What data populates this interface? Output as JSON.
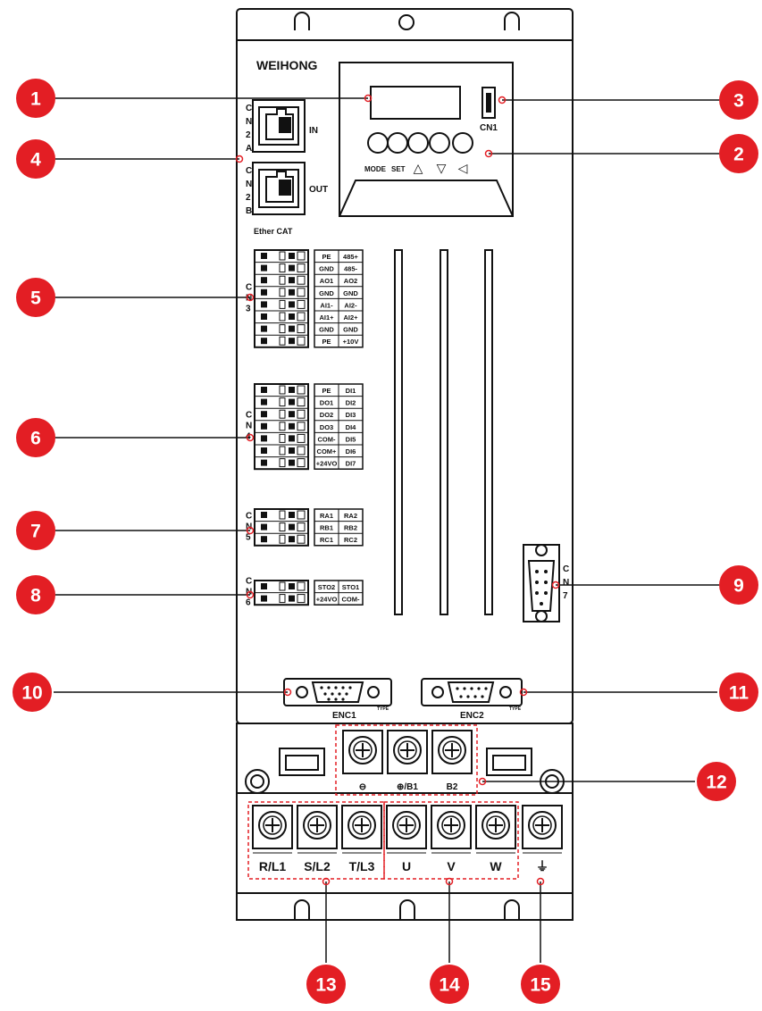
{
  "brand": "WEIHONG",
  "colors": {
    "callout": "#e31e24",
    "outline": "#111111",
    "dash": "#e31e24"
  },
  "panel": {
    "buttons": [
      "MODE",
      "SET",
      "△",
      "▽",
      "◁"
    ],
    "usb_label": "CN1"
  },
  "ports": {
    "cn2a": {
      "letters": [
        "C",
        "N",
        "2",
        "A"
      ],
      "label": "IN"
    },
    "cn2b": {
      "letters": [
        "C",
        "N",
        "2",
        "B"
      ],
      "label": "OUT"
    },
    "ethercat": "Ether CAT"
  },
  "cn3": {
    "letters": [
      "C",
      "N",
      "3"
    ],
    "pins": [
      [
        "PE",
        "485+"
      ],
      [
        "GND",
        "485-"
      ],
      [
        "AO1",
        "AO2"
      ],
      [
        "GND",
        "GND"
      ],
      [
        "AI1-",
        "AI2-"
      ],
      [
        "AI1+",
        "AI2+"
      ],
      [
        "GND",
        "GND"
      ],
      [
        "PE",
        "+10V"
      ]
    ]
  },
  "cn4": {
    "letters": [
      "C",
      "N",
      "4"
    ],
    "pins": [
      [
        "PE",
        "DI1"
      ],
      [
        "DO1",
        "DI2"
      ],
      [
        "DO2",
        "DI3"
      ],
      [
        "DO3",
        "DI4"
      ],
      [
        "COM-",
        "DI5"
      ],
      [
        "COM+",
        "DI6"
      ],
      [
        "+24VO",
        "DI7"
      ]
    ]
  },
  "cn5": {
    "letters": [
      "C",
      "N",
      "5"
    ],
    "pins": [
      [
        "RA1",
        "RA2"
      ],
      [
        "RB1",
        "RB2"
      ],
      [
        "RC1",
        "RC2"
      ]
    ]
  },
  "cn6": {
    "letters": [
      "C",
      "N",
      "6"
    ],
    "pins": [
      [
        "STO2",
        "STO1"
      ],
      [
        "+24VO",
        "COM-"
      ]
    ]
  },
  "cn7": {
    "letters": [
      "C",
      "N",
      "7"
    ]
  },
  "enc": {
    "enc1": "ENC1",
    "enc2": "ENC2",
    "type": "TYPE"
  },
  "terminals": {
    "top": [
      "⊖",
      "⊕/B1",
      "B2"
    ],
    "bottom": [
      "R/L1",
      "S/L2",
      "T/L3",
      "U",
      "V",
      "W",
      "⏚"
    ]
  },
  "callouts": [
    "1",
    "2",
    "3",
    "4",
    "5",
    "6",
    "7",
    "8",
    "9",
    "10",
    "11",
    "12",
    "13",
    "14",
    "15"
  ]
}
